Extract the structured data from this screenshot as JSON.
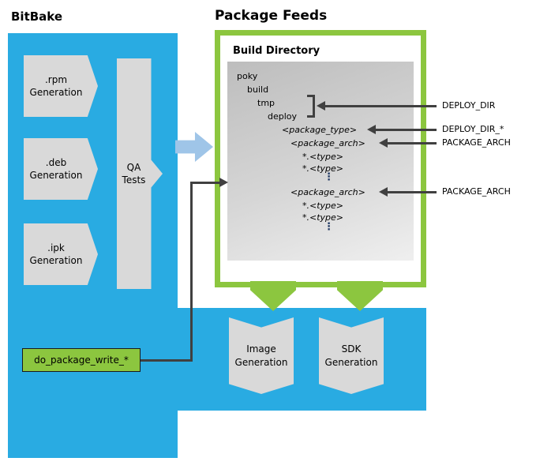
{
  "headings": {
    "bitbake": "BitBake",
    "package_feeds": "Package Feeds"
  },
  "bitbake": {
    "rpm": {
      "line1": ".rpm",
      "line2": "Generation"
    },
    "deb": {
      "line1": ".deb",
      "line2": "Generation"
    },
    "ipk": {
      "line1": ".ipk",
      "line2": "Generation"
    },
    "qa": {
      "line1": "QA",
      "line2": "Tests"
    },
    "do_package_write": "do_package_write_*"
  },
  "build_directory": {
    "title": "Build Directory",
    "tree": [
      "poky",
      "build",
      "tmp",
      "deploy",
      "<package_type>",
      "<package_arch>",
      "*.<type>",
      "*.<type>",
      "⋮",
      "<package_arch>",
      "*.<type>",
      "*.<type>",
      "⋮"
    ]
  },
  "annotations": {
    "deploy_dir": "DEPLOY_DIR",
    "deploy_dir_star": "DEPLOY_DIR_*",
    "package_arch_1": "PACKAGE_ARCH",
    "package_arch_2": "PACKAGE_ARCH"
  },
  "outputs": {
    "image": {
      "line1": "Image",
      "line2": "Generation"
    },
    "sdk": {
      "line1": "SDK",
      "line2": "Generation"
    }
  },
  "colors": {
    "blue": "#29abe2",
    "light_blue": "#9fc5e8",
    "green": "#8cc63f",
    "gray": "#d9d9d9",
    "arrow": "#404040",
    "dots": "#1f3864"
  }
}
